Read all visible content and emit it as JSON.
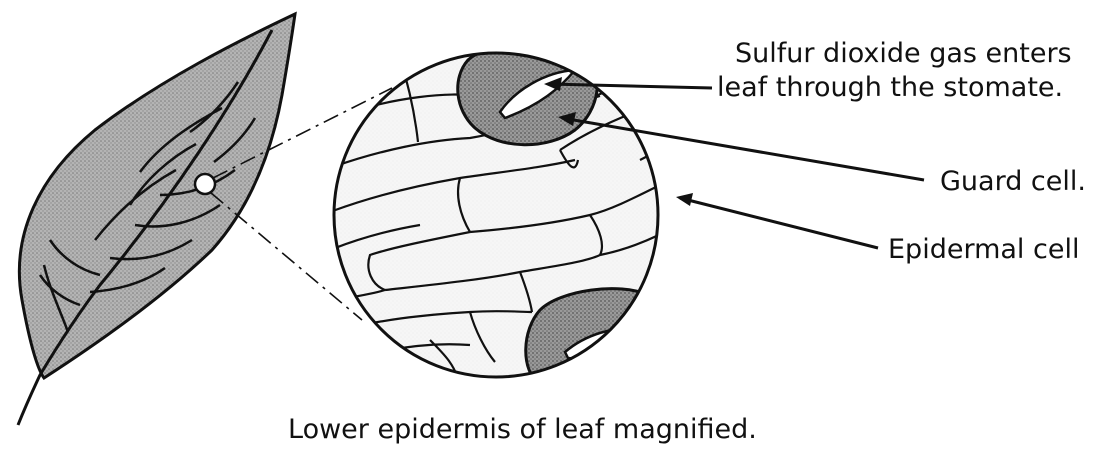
{
  "labels": {
    "stomate_line1": "Sulfur dioxide gas enters",
    "stomate_line2": "leaf through the stomate.",
    "guard_cell": "Guard cell.",
    "epidermal_cell": "Epidermal cell",
    "caption": "Lower epidermis of leaf magnified."
  },
  "colors": {
    "ink": "#111111",
    "shading": "#a8a8a8",
    "background": "#ffffff"
  }
}
